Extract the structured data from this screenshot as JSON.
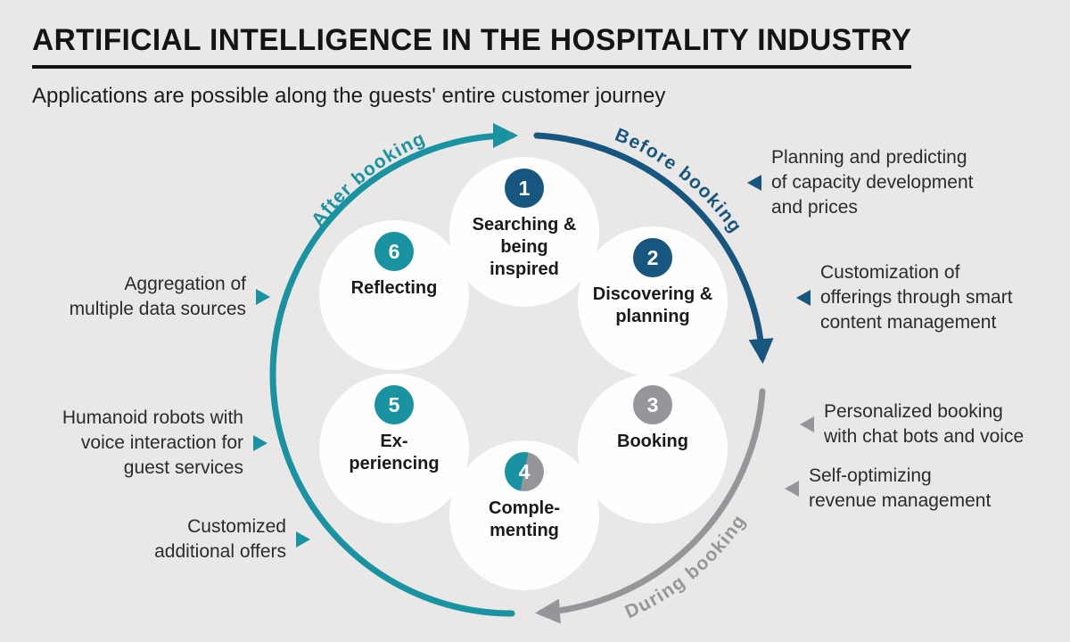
{
  "title": "ARTIFICIAL INTELLIGENCE IN THE HOSPITALITY INDUSTRY",
  "subtitle": "Applications are possible along the guests' entire customer journey",
  "colors": {
    "dark_blue": "#17567f",
    "teal": "#1992a1",
    "gray": "#95969a",
    "background": "#e9e8e6"
  },
  "journey": {
    "phases": [
      {
        "label": "Before booking",
        "color": "#17567f"
      },
      {
        "label": "During booking",
        "color": "#95969a"
      },
      {
        "label": "After booking",
        "color": "#1992a1"
      }
    ],
    "stages": [
      {
        "number": "1",
        "label": "Searching &\nbeing\ninspired"
      },
      {
        "number": "2",
        "label": "Discovering &\nplanning"
      },
      {
        "number": "3",
        "label": "Booking"
      },
      {
        "number": "4",
        "label": "Comple-\nmenting"
      },
      {
        "number": "5",
        "label": "Ex-\nperiencing"
      },
      {
        "number": "6",
        "label": "Reflecting"
      }
    ]
  },
  "annotations": {
    "right": [
      {
        "text": "Planning and predicting\nof capacity development\nand prices"
      },
      {
        "text": "Customization of\nofferings through smart\ncontent management"
      },
      {
        "text": "Personalized booking\nwith chat bots and voice"
      },
      {
        "text": "Self-optimizing\nrevenue management"
      }
    ],
    "left": [
      {
        "text": "Aggregation of\nmultiple data sources"
      },
      {
        "text": "Humanoid robots with\nvoice interaction for\nguest services"
      },
      {
        "text": "Customized\nadditional offers"
      }
    ]
  }
}
